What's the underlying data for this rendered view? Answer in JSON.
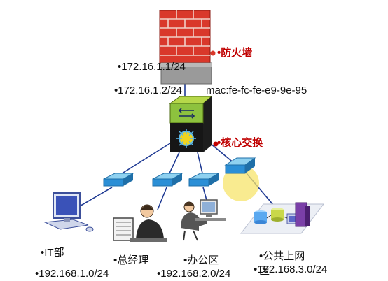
{
  "firewall": {
    "label": "•防火墙",
    "ip": "•172.16.1.1/24"
  },
  "core_switch": {
    "label": "•核心交换",
    "ip": "•172.16.1.2/24",
    "mac": "mac:fe-fc-fe-e9-9e-95"
  },
  "departments": [
    {
      "name": "•IT部",
      "subnet": "•192.168.1.0/24"
    },
    {
      "name": "•总经理",
      "subnet": ""
    },
    {
      "name": "•办公区",
      "subnet": "•192.168.2.0/24"
    },
    {
      "name": "•公共上网区",
      "subnet": "•192.168.3.0/24"
    }
  ],
  "colors": {
    "accent_red": "#c00000",
    "link": "#1f3a93",
    "highlight": "#f7e46b"
  }
}
